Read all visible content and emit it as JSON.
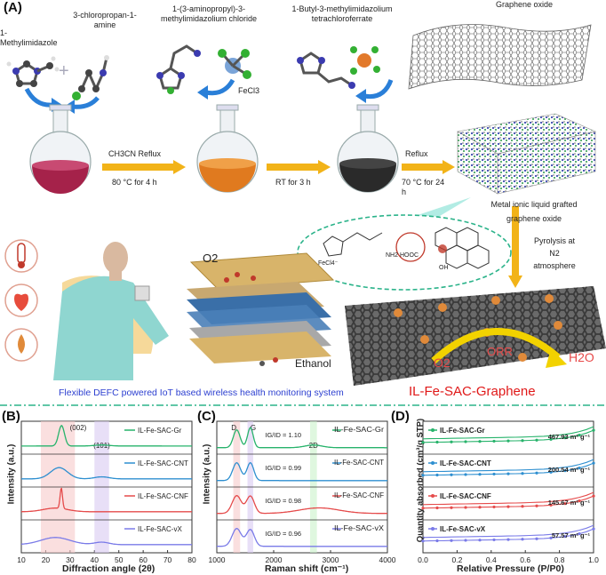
{
  "panel_a": {
    "letter": "(A)",
    "reagent_1": "1-Methylimidazole",
    "reagent_2": "3-chloropropan-1-amine",
    "intermediate_1": "1-(3-aminopropyl)-3-methylimidazolium chloride",
    "reagent_fecl3": "FeCl3",
    "intermediate_2": "1-Butyl-3-methylimidazolium tetrachloroferrate",
    "graphene_oxide": "Graphene oxide",
    "step_1_top": "CH3CN Reflux",
    "step_1_bottom": "80 °C for 4 h",
    "step_2": "RT for 3 h",
    "step_3_top": "Reflux",
    "step_3_bottom": "70 °C for 24 h",
    "grafted_label": "Metal ionic liquid grafted graphene oxide",
    "pyrolysis": "Pyrolysis at N2 atmosphere",
    "o2_top": "O2",
    "ethanol": "Ethanol",
    "system_caption": "Flexible DEFC powered IoT based wireless health monitoring system",
    "product_name": "IL-Fe-SAC-Graphene",
    "orr": "ORR",
    "o2_product": "O2",
    "h2o_product": "H2O",
    "cation_label": "FeCl4⁻",
    "nh2_label": "NH2",
    "hooc_label": "HOOC",
    "oh_label": "OH"
  },
  "panel_b": {
    "letter": "(B)",
    "ylabel": "Intensity (a.u.)",
    "xlabel": "Diffraction angle (2θ)",
    "peak_labels": [
      "(002)",
      "(101)"
    ],
    "chart_data": {
      "type": "line",
      "x_ticks": [
        10,
        20,
        30,
        40,
        50,
        60,
        70,
        80
      ],
      "xlim": [
        10,
        80
      ],
      "series": [
        {
          "name": "IL-Fe-SAC-Gr",
          "color": "#27b36b",
          "peaks": [
            {
              "x": 26.5,
              "h": 1.0,
              "w": 1.2
            },
            {
              "x": 43,
              "h": 0.05,
              "w": 3
            }
          ]
        },
        {
          "name": "IL-Fe-SAC-CNT",
          "color": "#2e8fd0",
          "peaks": [
            {
              "x": 25.5,
              "h": 0.55,
              "w": 3.5
            },
            {
              "x": 43,
              "h": 0.1,
              "w": 3
            }
          ]
        },
        {
          "name": "IL-Fe-SAC-CNF",
          "color": "#e54b4b",
          "peaks": [
            {
              "x": 26.4,
              "h": 1.0,
              "w": 0.5
            },
            {
              "x": 24,
              "h": 0.18,
              "w": 5
            }
          ]
        },
        {
          "name": "IL-Fe-SAC-vX",
          "color": "#7a7be8",
          "peaks": [
            {
              "x": 24,
              "h": 0.35,
              "w": 6
            },
            {
              "x": 43,
              "h": 0.12,
              "w": 3
            }
          ]
        }
      ]
    }
  },
  "panel_c": {
    "letter": "(C)",
    "ylabel": "Intensity (a.u.)",
    "xlabel": "Raman shift (cm⁻¹)",
    "band_d": "D",
    "band_g": "G",
    "band_2d": "2D",
    "chart_data": {
      "type": "line",
      "x_ticks": [
        1000,
        2000,
        3000,
        4000
      ],
      "xlim": [
        1000,
        4000
      ],
      "series": [
        {
          "name": "IL-Fe-SAC-Gr",
          "color": "#27b36b",
          "ratio_label": "IG/ID = 1.10",
          "peaks": [
            {
              "x": 1350,
              "h": 0.8,
              "w": 60
            },
            {
              "x": 1590,
              "h": 0.9,
              "w": 50
            },
            {
              "x": 2700,
              "h": 0.12,
              "w": 150
            }
          ]
        },
        {
          "name": "IL-Fe-SAC-CNT",
          "color": "#2e8fd0",
          "ratio_label": "IG/ID = 0.99",
          "peaks": [
            {
              "x": 1350,
              "h": 0.8,
              "w": 70
            },
            {
              "x": 1590,
              "h": 0.8,
              "w": 60
            }
          ]
        },
        {
          "name": "IL-Fe-SAC-CNF",
          "color": "#e54b4b",
          "ratio_label": "IG/ID = 0.98",
          "peaks": [
            {
              "x": 1350,
              "h": 0.8,
              "w": 80
            },
            {
              "x": 1590,
              "h": 0.78,
              "w": 70
            },
            {
              "x": 2800,
              "h": 0.25,
              "w": 350
            }
          ]
        },
        {
          "name": "IL-Fe-SAC-vX",
          "color": "#7a7be8",
          "ratio_label": "IG/ID = 0.96",
          "peaks": [
            {
              "x": 1350,
              "h": 0.8,
              "w": 80
            },
            {
              "x": 1590,
              "h": 0.75,
              "w": 70
            }
          ]
        }
      ]
    }
  },
  "panel_d": {
    "letter": "(D)",
    "ylabel": "Quantity absorbed (cm³/g STP)",
    "xlabel": "Relative Pressure (P/P0)",
    "chart_data": {
      "type": "scatter",
      "x_ticks": [
        0.0,
        0.2,
        0.4,
        0.6,
        0.8,
        1.0
      ],
      "xlim": [
        0,
        1
      ],
      "series": [
        {
          "name": "IL-Fe-SAC-Gr",
          "color": "#27b36b",
          "surface_area": "467.93 m² g⁻¹"
        },
        {
          "name": "IL-Fe-SAC-CNT",
          "color": "#2e8fd0",
          "surface_area": "200.54 m² g⁻¹"
        },
        {
          "name": "IL-Fe-SAC-CNF",
          "color": "#e54b4b",
          "surface_area": "145.67 m² g⁻¹"
        },
        {
          "name": "IL-Fe-SAC-vX",
          "color": "#7a7be8",
          "surface_area": "57.57 m² g⁻¹"
        }
      ]
    }
  }
}
